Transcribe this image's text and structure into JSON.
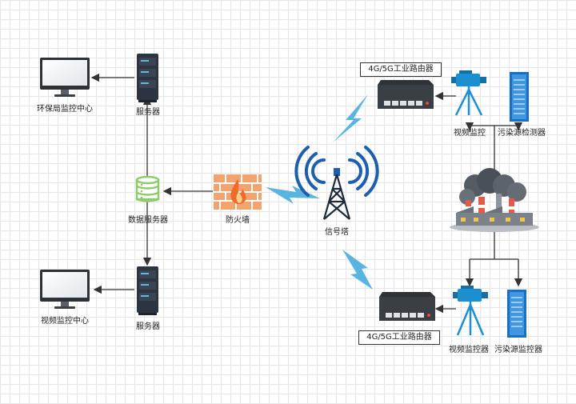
{
  "labels": {
    "env_center": "环保局监控中心",
    "video_center": "视频监控中心",
    "server_top": "服务器",
    "server_bottom": "服务器",
    "db_server": "数据服务器",
    "firewall": "防火墙",
    "tower": "信号塔",
    "router_top": "4G/5G工业路由器",
    "router_bottom": "4G/5G工业路由器",
    "camera_top": "视频监控",
    "detector_top": "污染源检测器",
    "camera_bottom": "视频监控器",
    "detector_bottom": "污染源监控器"
  },
  "colors": {
    "server_dark": "#2b3440",
    "server_accent": "#5fb7e8",
    "db_green": "#8fcb6a",
    "firewall": "#f07a3a",
    "tower_blue": "#1d5fae",
    "lightning": "#5ab4e0",
    "camera_blue": "#1b8fd0",
    "detector_blue": "#1a6fc2",
    "router_dark": "#2f3338"
  },
  "icons": [
    "monitor-icon",
    "server-icon",
    "database-icon",
    "firewall-icon",
    "signal-tower-icon",
    "router-icon",
    "camera-icon",
    "detector-icon",
    "factory-icon",
    "lightning-icon"
  ]
}
